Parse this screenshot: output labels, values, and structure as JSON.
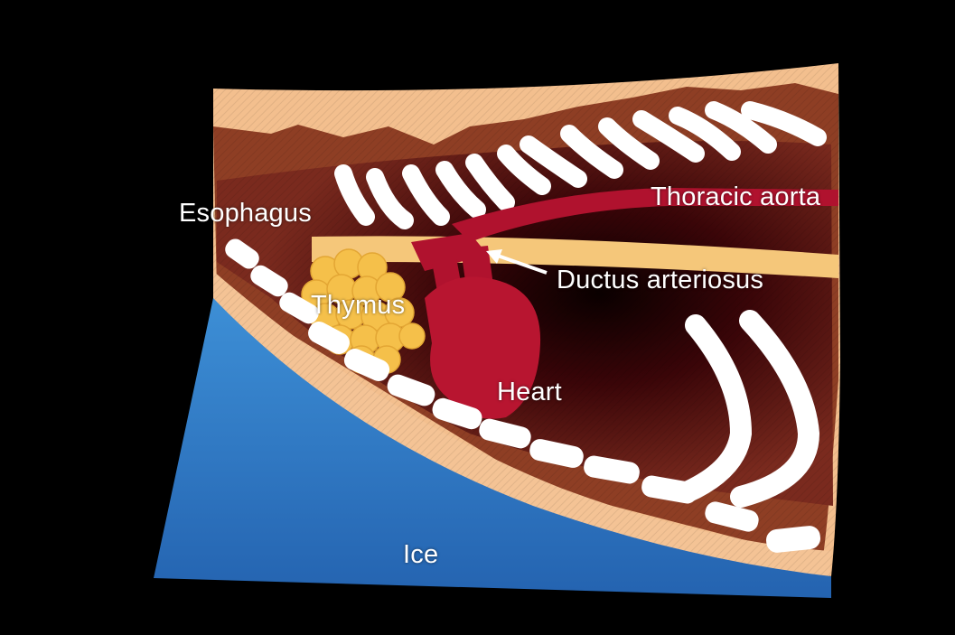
{
  "colors": {
    "background": "#000000",
    "skin": "#f6c08f",
    "muscle": "#8a3a22",
    "cavity": "#4a0a0e",
    "bone": "#ffffff",
    "esophagus": "#f5c77a",
    "thymus": "#f5c04a",
    "vessel": "#b0122e",
    "ice": "#2f7fc6",
    "label": "#ffffff"
  },
  "labels": {
    "esophagus": "Esophagus",
    "thoracic_aorta": "Thoracic aorta",
    "ductus_arteriosus": "Ductus arteriosus",
    "thymus": "Thymus",
    "heart": "Heart",
    "ice": "Ice"
  }
}
